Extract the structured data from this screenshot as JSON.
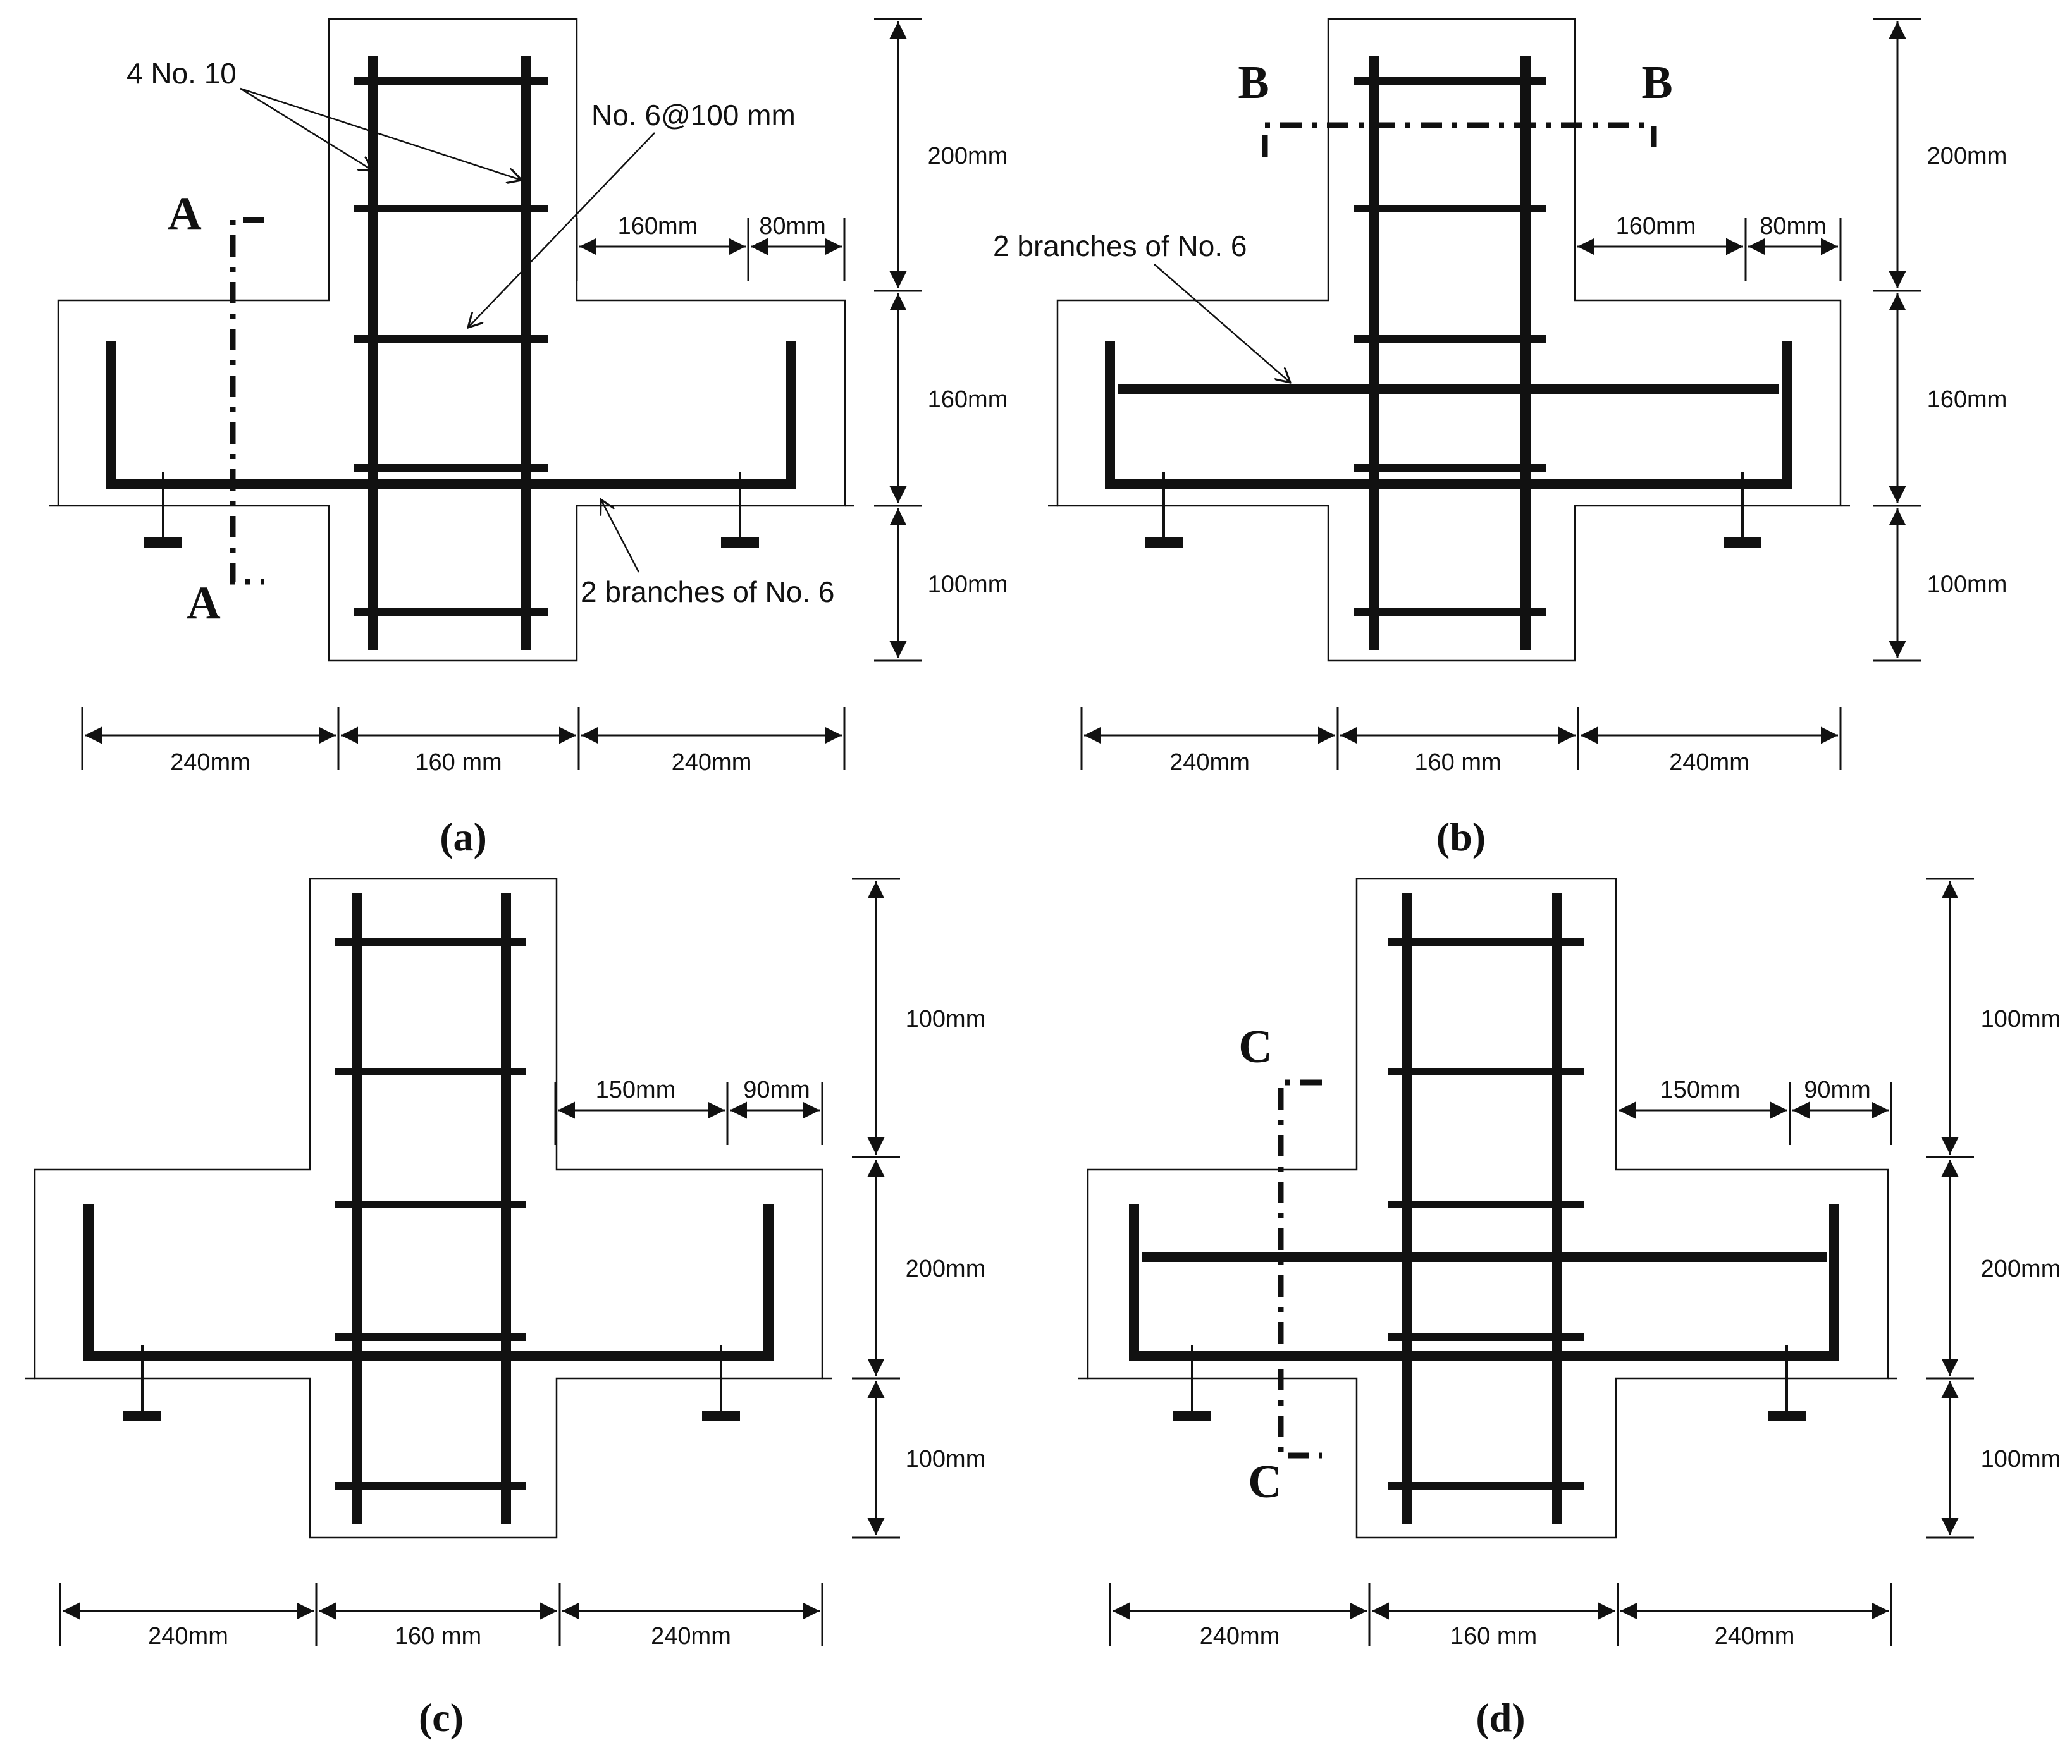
{
  "panels": [
    {
      "id": "a",
      "caption": "(a)",
      "variant": "single-bar",
      "section_label": "A",
      "annotations": {
        "top_left": "4 No. 10",
        "stirrup": "No. 6@100 mm",
        "bottom_bar": "2 branches of No. 6"
      },
      "dims": {
        "v_top": "200mm",
        "v_mid": "160mm",
        "v_bot": "100mm",
        "h_left": "240mm",
        "h_mid": "160 mm",
        "h_right": "240mm",
        "flange_a": "160mm",
        "flange_b": "80mm"
      }
    },
    {
      "id": "b",
      "caption": "(b)",
      "variant": "double-bar",
      "section_label": "B",
      "annotations": {
        "middle_bar": "2 branches of No. 6"
      },
      "dims": {
        "v_top": "200mm",
        "v_mid": "160mm",
        "v_bot": "100mm",
        "h_left": "240mm",
        "h_mid": "160 mm",
        "h_right": "240mm",
        "flange_a": "160mm",
        "flange_b": "80mm"
      }
    },
    {
      "id": "c",
      "caption": "(c)",
      "variant": "single-bar",
      "dims": {
        "v_top": "100mm",
        "v_mid": "200mm",
        "v_bot": "100mm",
        "h_left": "240mm",
        "h_mid": "160 mm",
        "h_right": "240mm",
        "flange_a": "150mm",
        "flange_b": "90mm"
      }
    },
    {
      "id": "d",
      "caption": "(d)",
      "variant": "double-bar",
      "section_label": "C",
      "dims": {
        "v_top": "100mm",
        "v_mid": "200mm",
        "v_bot": "100mm",
        "h_left": "240mm",
        "h_mid": "160 mm",
        "h_right": "240mm",
        "flange_a": "150mm",
        "flange_b": "90mm"
      }
    }
  ]
}
